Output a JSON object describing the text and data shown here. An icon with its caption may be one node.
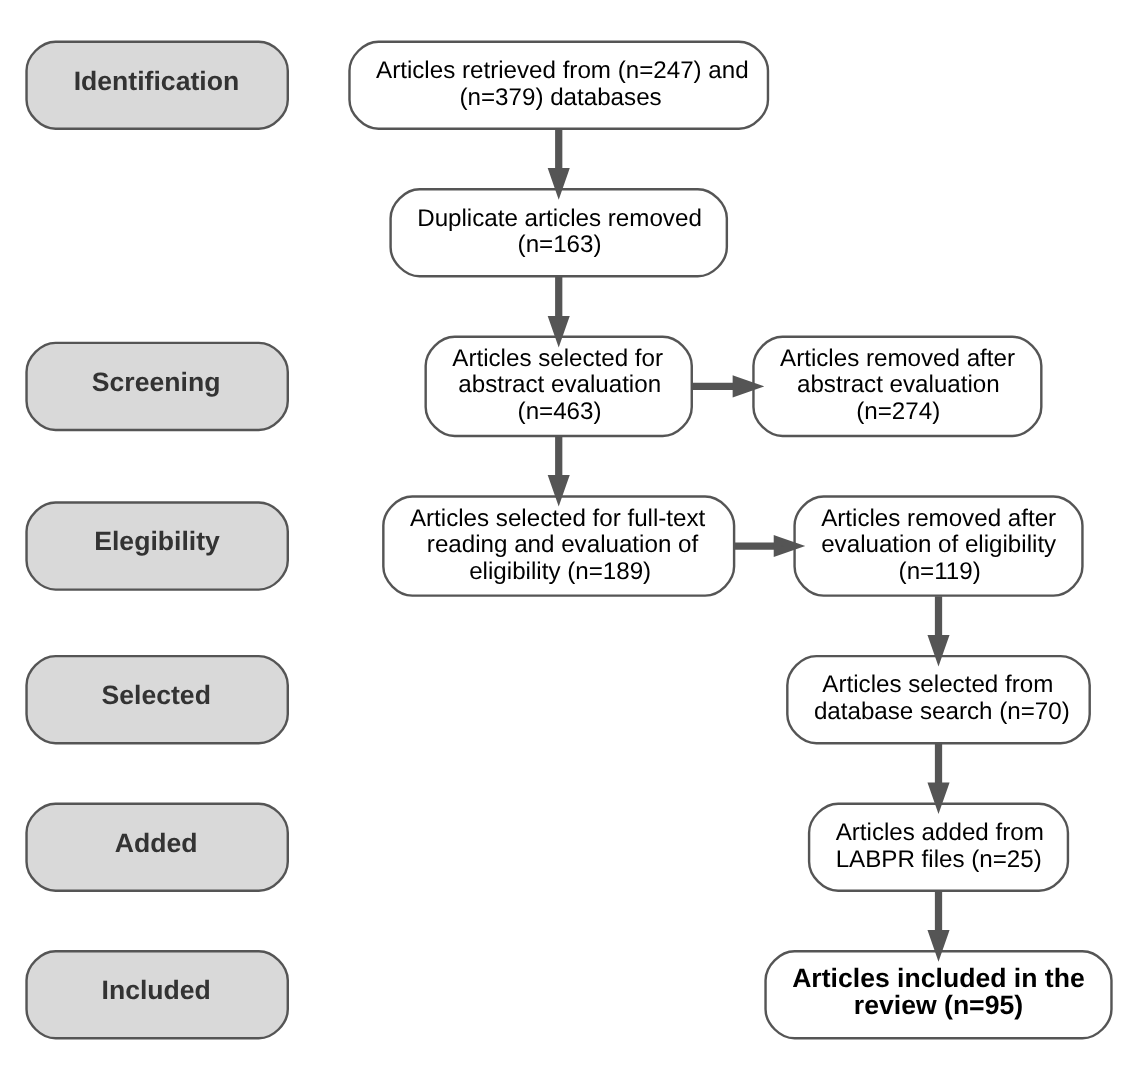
{
  "diagram": {
    "nodes": [
      {
        "text": [
          "Identification"
        ]
      },
      {
        "text": [
          "Screening"
        ]
      },
      {
        "text": [
          "Elegibility"
        ]
      },
      {
        "text": [
          "Selected"
        ]
      },
      {
        "text": [
          "Added"
        ]
      },
      {
        "text": [
          "Included"
        ]
      },
      {
        "text": [
          "Articles retrieved from (n=247) and (n=379) databases"
        ]
      },
      {
        "text": [
          "Duplicate articles removed (n=163)"
        ]
      },
      {
        "text": [
          "Articles selected for abstract evaluation (n=463)"
        ]
      },
      {
        "text": [
          "Articles removed after abstract evaluation (n=274)"
        ]
      },
      {
        "text": [
          "Articles selected for full-text reading and evaluation of eligibility (n=189)"
        ]
      },
      {
        "text": [
          "Articles removed after evaluation of eligibility (n=119)"
        ]
      },
      {
        "text": [
          "Articles selected from database search (n=70)"
        ]
      },
      {
        "text": [
          "Articles added from LABPR files (n=25)"
        ]
      },
      {
        "text": [
          "Articles included in the review (n=95)"
        ]
      }
    ],
    "edges": [
      {
        "from": 6,
        "to": 7,
        "arrow": "to"
      },
      {
        "from": 7,
        "to": 8,
        "arrow": "to"
      },
      {
        "from": 8,
        "to": 9,
        "arrow": "to"
      },
      {
        "from": 8,
        "to": 10,
        "arrow": "to"
      },
      {
        "from": 10,
        "to": 11,
        "arrow": "to"
      },
      {
        "from": 11,
        "to": 12,
        "arrow": "to"
      },
      {
        "from": 12,
        "to": 13,
        "arrow": "to"
      },
      {
        "from": 13,
        "to": 14,
        "arrow": "to"
      }
    ]
  }
}
